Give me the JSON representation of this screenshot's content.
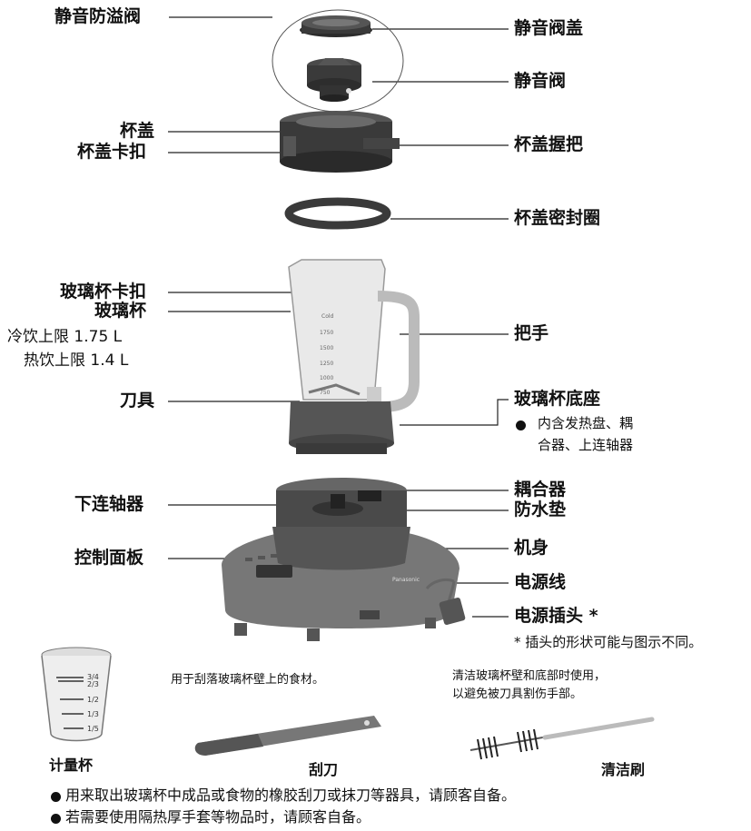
{
  "labels": {
    "silent_overflow_valve": "静音防溢阀",
    "silent_valve_cap": "静音阀盖",
    "silent_valve": "静音阀",
    "cup_lid": "杯盖",
    "cup_lid_clip": "杯盖卡扣",
    "cup_lid_grip": "杯盖握把",
    "cup_lid_seal": "杯盖密封圈",
    "glass_cup_clip": "玻璃杯卡扣",
    "glass_cup": "玻璃杯",
    "cold_limit": "冷饮上限 1.75 L",
    "hot_limit": "热饮上限 1.4 L",
    "handle": "把手",
    "blade": "刀具",
    "glass_cup_base": "玻璃杯底座",
    "base_note_line1": "内含发热盘、耦",
    "base_note_line2": "合器、上连轴器",
    "coupler": "耦合器",
    "lower_coupler": "下连轴器",
    "waterproof_pad": "防水垫",
    "control_panel": "控制面板",
    "body": "机身",
    "power_cord": "电源线",
    "power_plug": "电源插头 *",
    "plug_note": "* 插头的形状可能与图示不同。"
  },
  "accessories": {
    "measuring_cup": "计量杯",
    "scraper": "刮刀",
    "scraper_desc": "用于刮落玻璃杯壁上的食材。",
    "brush": "清洁刷",
    "brush_desc_line1": "清洁玻璃杯壁和底部时使用，",
    "brush_desc_line2": "以避免被刀具割伤手部。",
    "cup_marks": [
      "3/4",
      "2/3",
      "1/2",
      "1/3",
      "1/5"
    ]
  },
  "jar_marks": [
    "Cold",
    "1750",
    "1500",
    "1250",
    "1000",
    "750"
  ],
  "brand": "Panasonic",
  "notes": [
    "用来取出玻璃杯中成品或食物的橡胶刮刀或抹刀等器具，请顾客自备。",
    "若需要使用隔热厚手套等物品时，请顾客自备。"
  ]
}
